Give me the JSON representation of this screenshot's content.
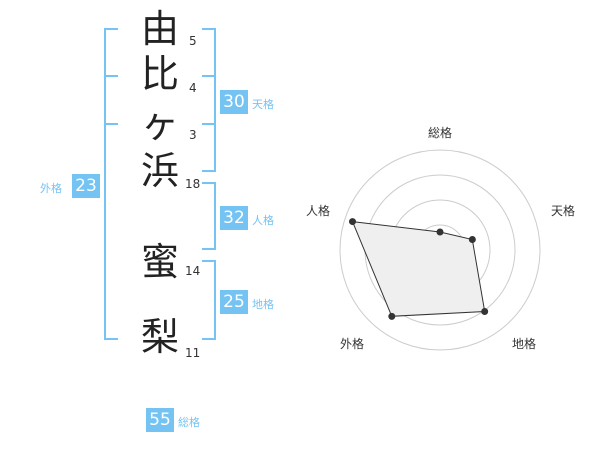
{
  "name": {
    "characters": [
      {
        "char": "由",
        "strokes": "5"
      },
      {
        "char": "比",
        "strokes": "4"
      },
      {
        "char": "ヶ",
        "strokes": "3"
      },
      {
        "char": "浜",
        "strokes": "18"
      },
      {
        "char": "蜜",
        "strokes": "14"
      },
      {
        "char": "梨",
        "strokes": "11"
      }
    ]
  },
  "fortune": {
    "tenkaku": {
      "value": "30",
      "label": "天格"
    },
    "jinkaku": {
      "value": "32",
      "label": "人格"
    },
    "chikaku": {
      "value": "25",
      "label": "地格"
    },
    "gaikaku": {
      "value": "23",
      "label": "外格"
    },
    "soukaku": {
      "value": "55",
      "label": "総格"
    }
  },
  "radar": {
    "axes": [
      "総格",
      "天格",
      "地格",
      "外格",
      "人格"
    ],
    "levels": 4,
    "max": 5,
    "values": [
      0.9,
      1.7,
      3.8,
      4.1,
      4.6
    ],
    "colors": {
      "fill": "#efefef",
      "stroke": "#333333",
      "grid": "#cccccc",
      "accent": "#74c3f3"
    }
  }
}
